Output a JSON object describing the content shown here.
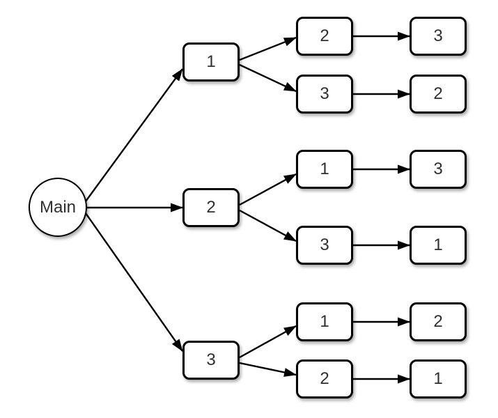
{
  "diagram": {
    "type": "tree",
    "root": {
      "label": "Main"
    },
    "branches": [
      {
        "parent": "1",
        "children": [
          {
            "mid": "2",
            "leaf": "3"
          },
          {
            "mid": "3",
            "leaf": "2"
          }
        ]
      },
      {
        "parent": "2",
        "children": [
          {
            "mid": "1",
            "leaf": "3"
          },
          {
            "mid": "3",
            "leaf": "1"
          }
        ]
      },
      {
        "parent": "3",
        "children": [
          {
            "mid": "1",
            "leaf": "2"
          },
          {
            "mid": "2",
            "leaf": "1"
          }
        ]
      }
    ],
    "colors": {
      "background": "#ffffff",
      "node_fill": "#ffffff",
      "node_border": "#000000",
      "edge": "#000000",
      "text": "#2f2f2f"
    }
  }
}
